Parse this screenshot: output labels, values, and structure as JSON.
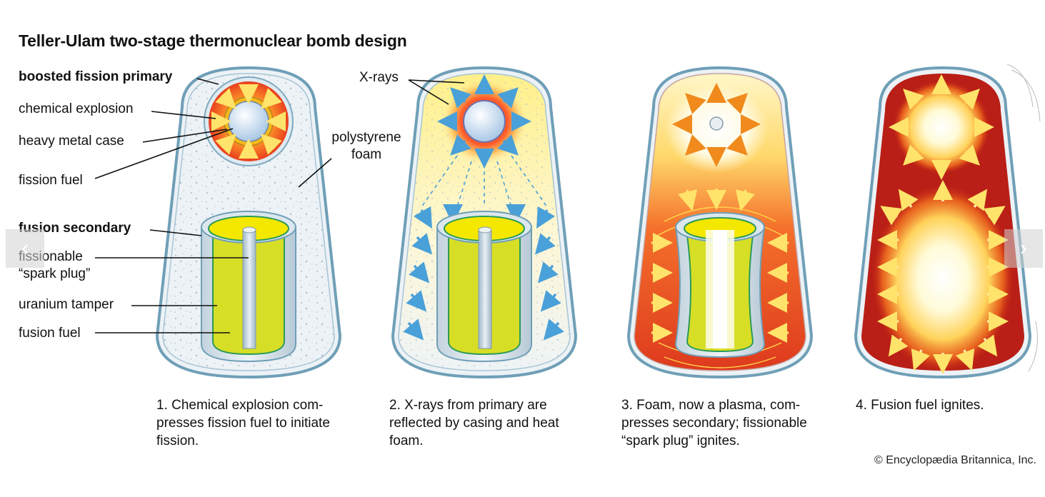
{
  "title": "Teller-Ulam two-stage thermonuclear bomb design",
  "labels": {
    "boosted_fission_primary": "boosted fission primary",
    "chemical_explosion": "chemical explosion",
    "heavy_metal_case": "heavy metal case",
    "fission_fuel": "fission fuel",
    "polystyrene_foam_line1": "polystyrene",
    "polystyrene_foam_line2": "foam",
    "fusion_secondary": "fusion secondary",
    "fissionable_line1": "fissionable",
    "fissionable_line2": "“spark plug”",
    "uranium_tamper": "uranium tamper",
    "fusion_fuel": "fusion fuel",
    "x_rays": "X-rays"
  },
  "captions": [
    "1. Chemical explosion com-\npresses fission fuel to initiate\nfission.",
    "2. X-rays from primary are\nreflected by casing and heat\nfoam.",
    "3. Foam, now a plasma, com-\npresses secondary; fissionable\n“spark plug” ignites.",
    "4. Fusion fuel ignites."
  ],
  "credit": "© Encyclopædia Britannica, Inc.",
  "nav": {
    "prev_icon": "chevron-left-icon",
    "next_icon": "chevron-right-icon"
  },
  "colors": {
    "casing": "#6f9fb7",
    "foam": "#ecf2f6",
    "xray_arrow": "#4aa0d8",
    "fusion_fuel": "#d7de26",
    "plasma_red": "#e0391f",
    "glow_yellow": "#fff27a"
  }
}
